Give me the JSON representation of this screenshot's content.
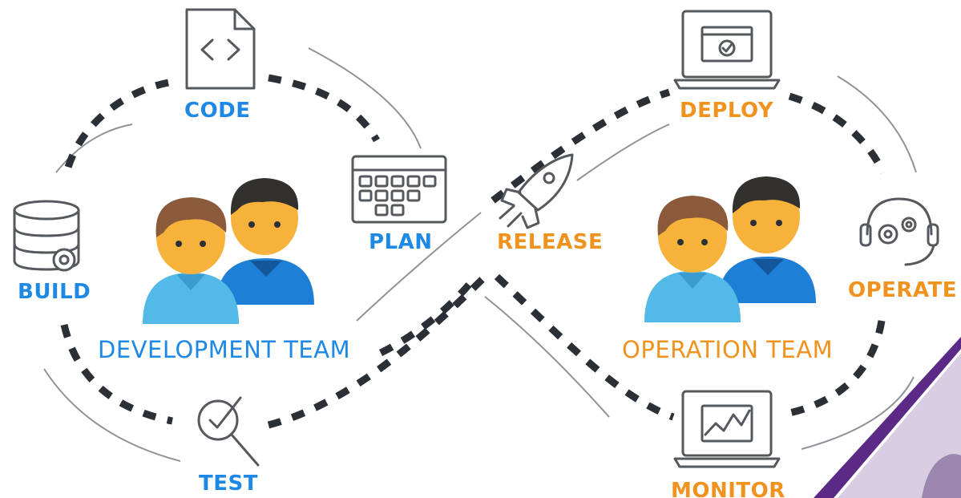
{
  "colors": {
    "dev_blue": "#1e88e5",
    "ops_orange": "#f0931e",
    "loop_dash": "#2b2f36",
    "icon_gray": "#55595e",
    "skin": "#f7b23b",
    "hair": "#8a5a3a",
    "hair_dark": "#33312e",
    "shirt_light": "#53b9e8",
    "shirt_blue": "#1e7fd6",
    "purple": "#5b2a86"
  },
  "stages": {
    "code": "CODE",
    "plan": "PLAN",
    "build": "BUILD",
    "test": "TEST",
    "release": "RELEASE",
    "deploy": "DEPLOY",
    "operate": "OPERATE",
    "monitor": "MONITOR"
  },
  "teams": {
    "development": "DEVELOPMENT TEAM",
    "operation": "OPERATION TEAM"
  },
  "icons": {
    "code": "code-file-icon",
    "plan": "calendar-icon",
    "build": "database-icon",
    "test": "magnifier-check-icon",
    "release": "rocket-icon",
    "deploy": "laptop-check-icon",
    "operate": "headset-gear-icon",
    "monitor": "laptop-chart-icon"
  }
}
